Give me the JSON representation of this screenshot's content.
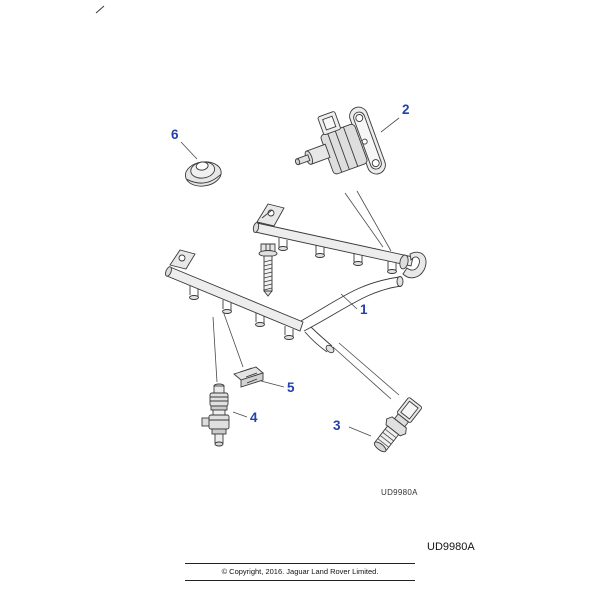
{
  "colors": {
    "callout_blue": "#2440ad",
    "line_art": "#3a3a3a"
  },
  "callouts": [
    {
      "label": "1"
    },
    {
      "label": "2"
    },
    {
      "label": "3"
    },
    {
      "label": "4"
    },
    {
      "label": "5"
    },
    {
      "label": "6"
    }
  ],
  "codes": {
    "inline": "UD9980A",
    "corner": "UD9980A"
  },
  "footer": {
    "copyright": "© Copyright, 2016. Jaguar Land Rover Limited."
  }
}
